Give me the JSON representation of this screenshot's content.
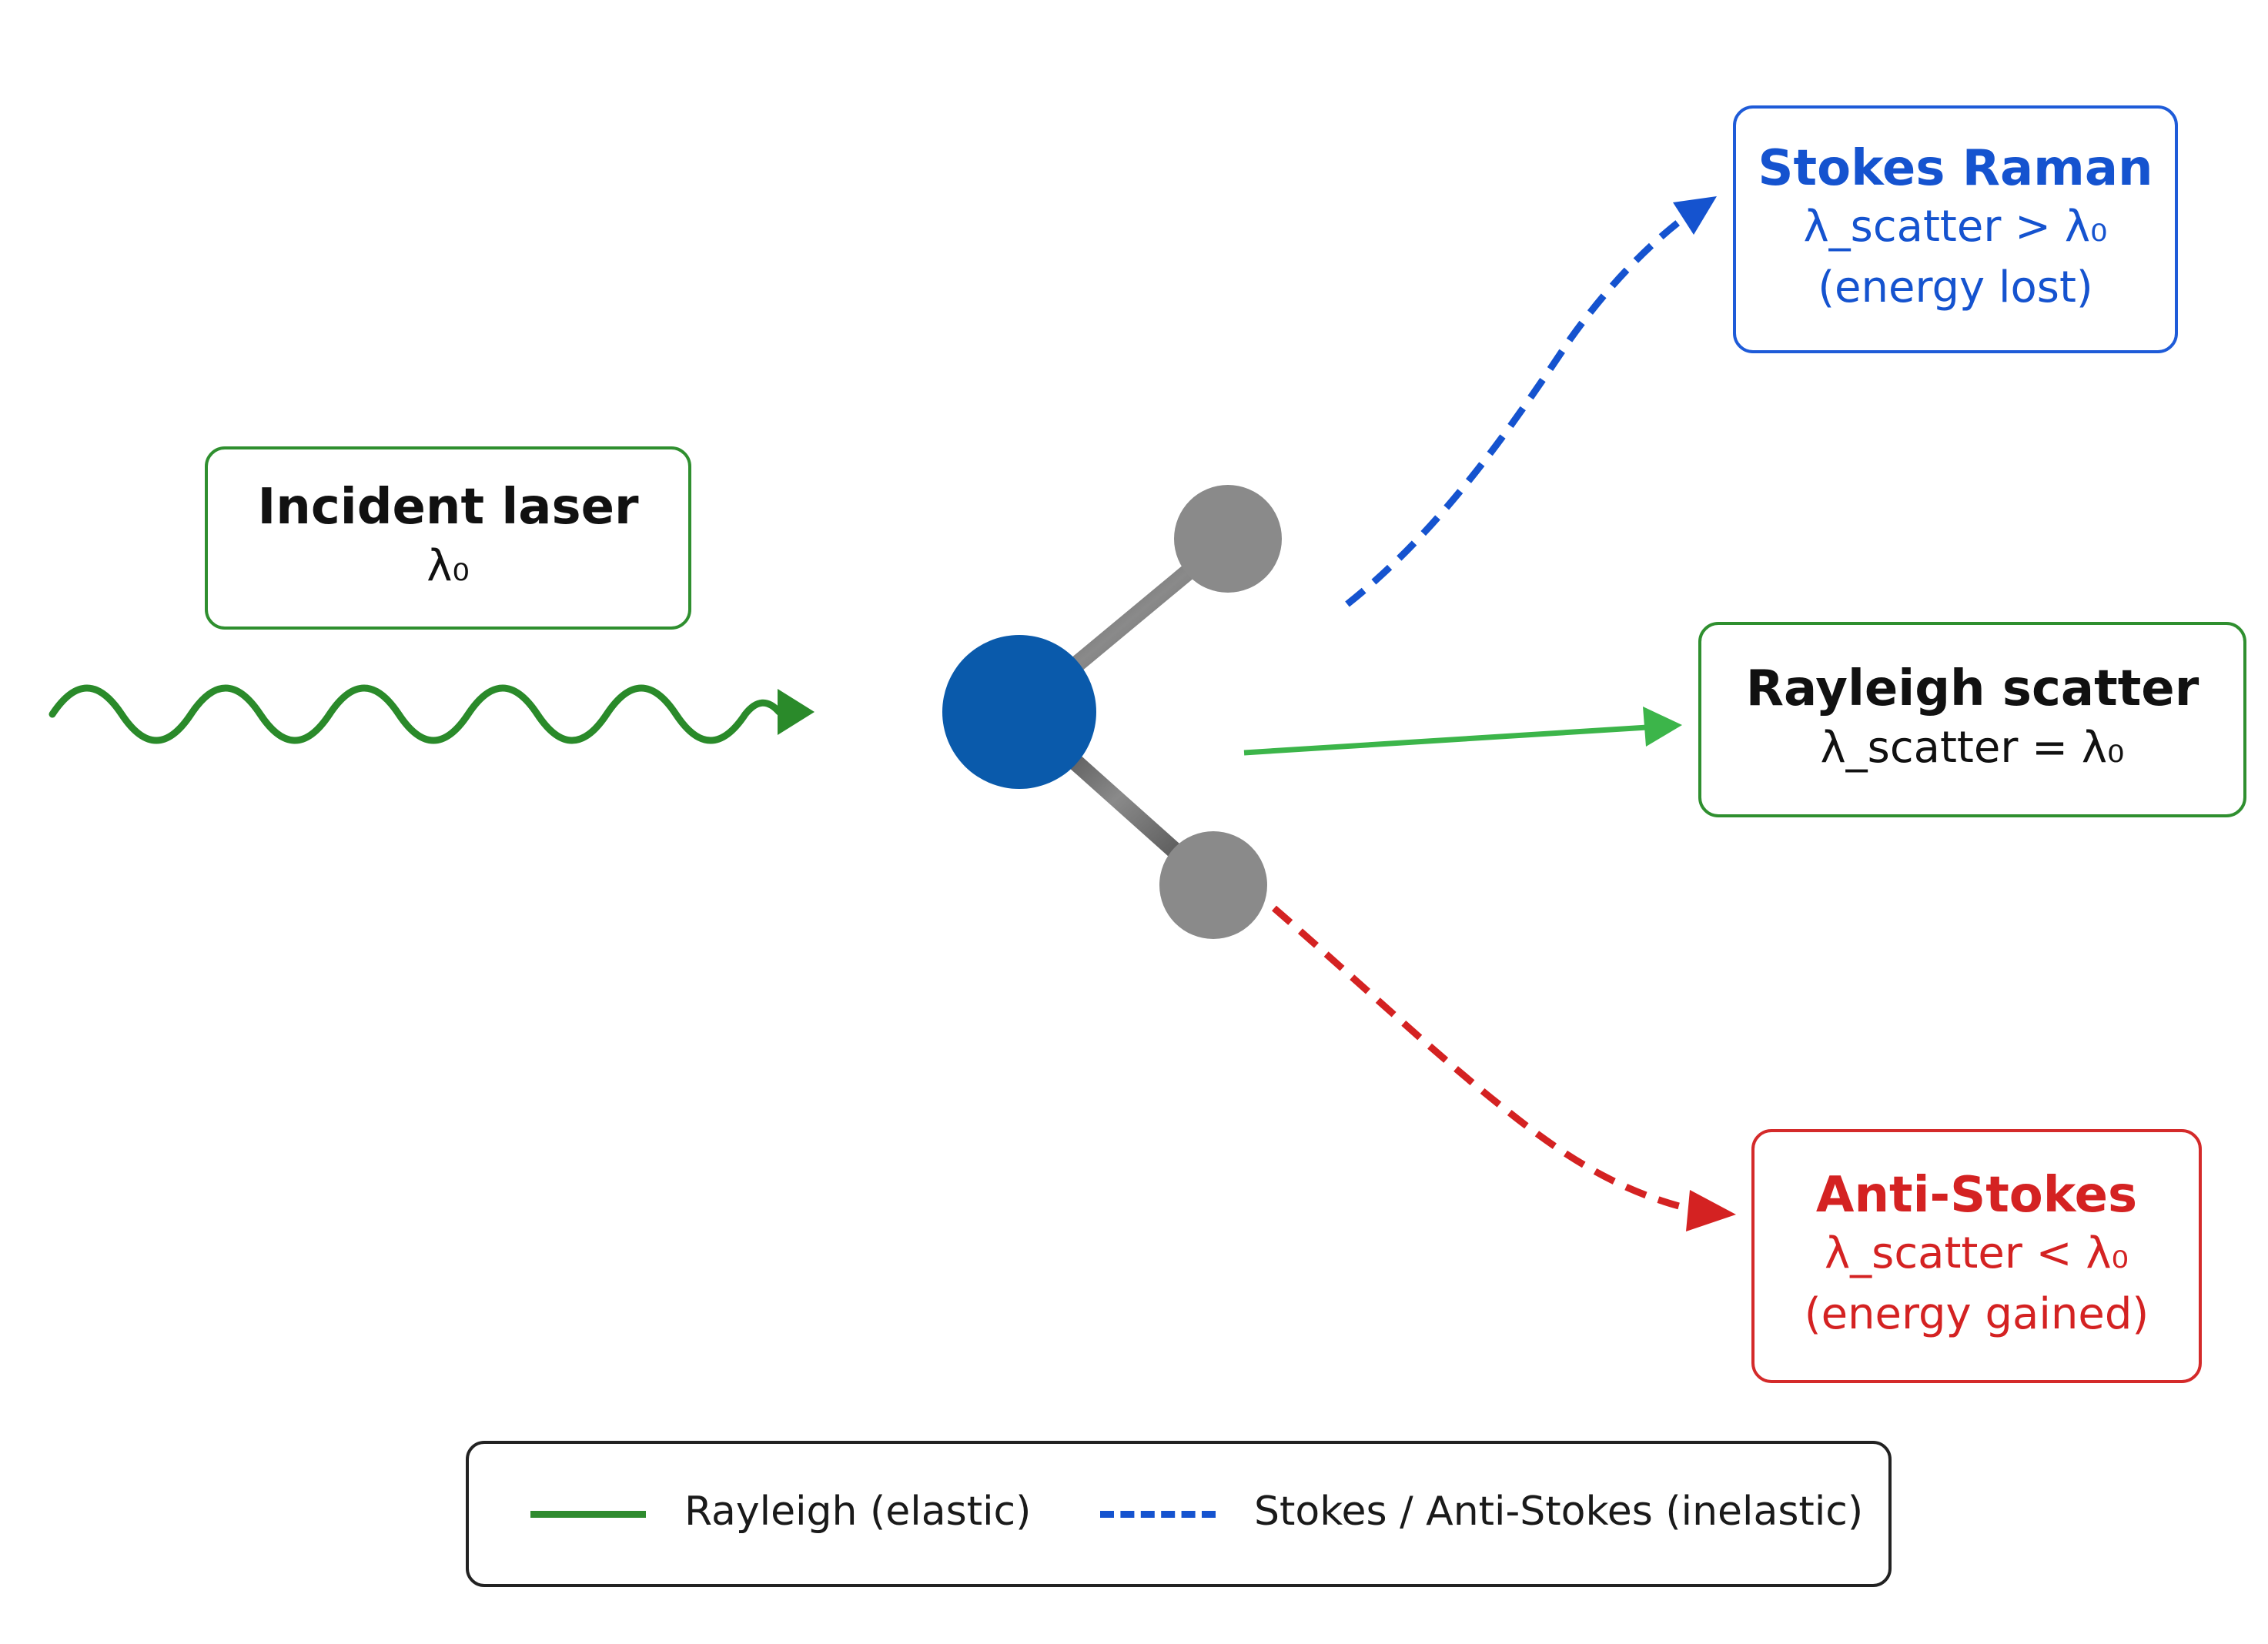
{
  "colors": {
    "rayleigh_green": "#3cb54a",
    "incident_green": "#2a8a2a",
    "stokes_blue": "#1553cf",
    "anti_stokes_red": "#d42222",
    "center_atom_blue": "#0a5aab",
    "outer_atom_gray": "#8a8a8a"
  },
  "boxes": {
    "incident": {
      "title": "Incident laser",
      "line1": "λ₀"
    },
    "stokes": {
      "title": "Stokes Raman",
      "line1": "λ_scatter > λ₀",
      "line2": "(energy lost)"
    },
    "rayleigh": {
      "title": "Rayleigh scatter",
      "line1": "λ_scatter = λ₀"
    },
    "anti_stokes": {
      "title": "Anti-Stokes",
      "line1": "λ_scatter < λ₀",
      "line2": "(energy gained)"
    }
  },
  "legend": {
    "rayleigh_label": "Rayleigh (elastic)",
    "raman_label": "Stokes / Anti-Stokes (inelastic)"
  }
}
